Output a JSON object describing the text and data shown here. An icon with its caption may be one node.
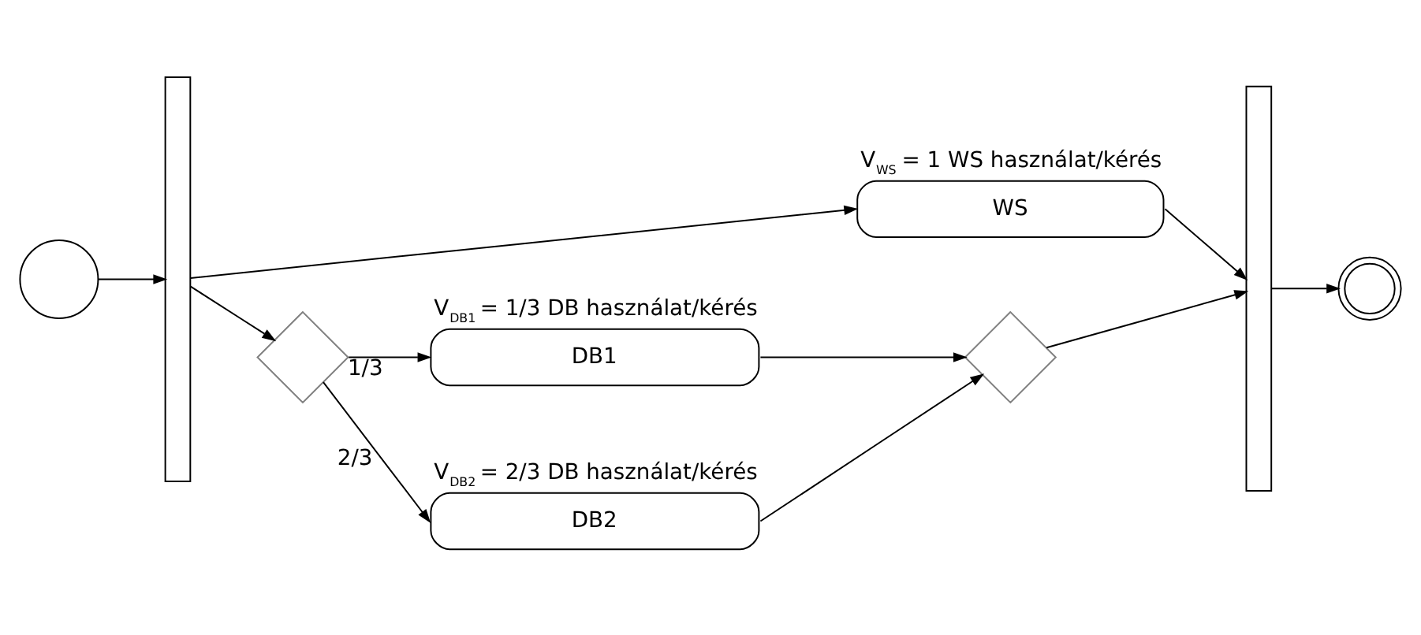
{
  "diagram": {
    "nodes": [
      {
        "text": [],
        "shape": "circle"
      },
      {
        "text": [],
        "shape": "bar"
      },
      {
        "text": [
          "WS"
        ],
        "beside": [
          "V$_{WS}$ = 1 WS használat/kérés"
        ]
      },
      {
        "text": [],
        "shape": "diamond"
      },
      {
        "text": [
          "DB1"
        ],
        "beside": [
          "V$_{DB1}$ = 1/3 DB használat/kérés"
        ]
      },
      {
        "text": [
          "DB2"
        ],
        "beside": [
          "V$_{DB2}$ = 2/3 DB használat/kérés"
        ]
      },
      {
        "text": [],
        "shape": "diamond"
      },
      {
        "text": [],
        "shape": "bar"
      },
      {
        "text": [],
        "shape": "doublecircle"
      }
    ],
    "edges": [
      {
        "from": 0,
        "to": 1,
        "arrow": "to"
      },
      {
        "from": 1,
        "to": 2,
        "arrow": "to"
      },
      {
        "from": 2,
        "to": 7,
        "arrow": "to"
      },
      {
        "from": 1,
        "to": 3,
        "arrow": "to"
      },
      {
        "from": 3,
        "to": 4,
        "arrow": "to",
        "label": "1/3"
      },
      {
        "from": 3,
        "to": 5,
        "arrow": "to",
        "label": "2/3"
      },
      {
        "from": 4,
        "to": 6,
        "arrow": "to"
      },
      {
        "from": 5,
        "to": 6,
        "arrow": "to"
      },
      {
        "from": 6,
        "to": 7,
        "arrow": "to"
      },
      {
        "from": 7,
        "to": 8,
        "arrow": "to"
      }
    ]
  }
}
